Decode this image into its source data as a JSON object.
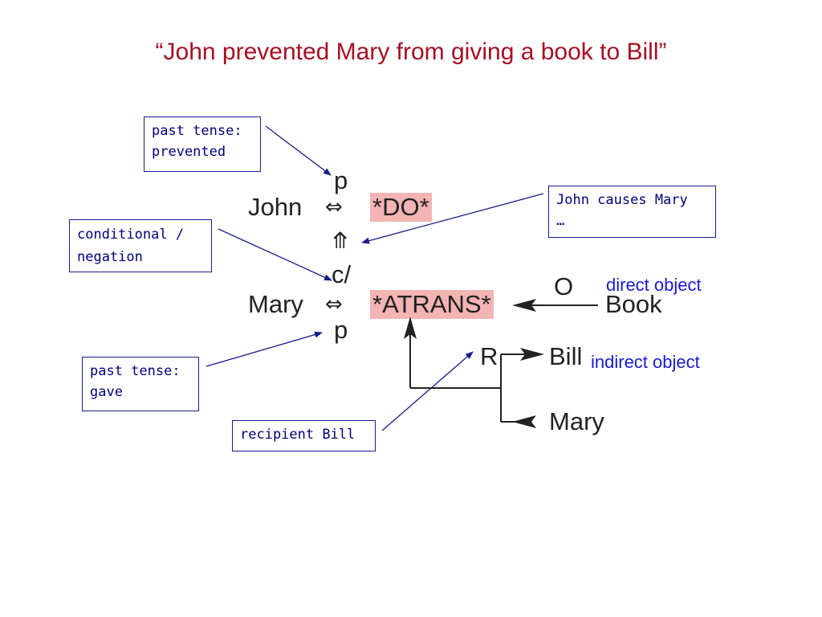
{
  "title": "“John prevented Mary from giving a book to Bill”",
  "annotations": {
    "past_tense_prevented": [
      "past tense:",
      "prevented"
    ],
    "conditional_negation": [
      "conditional /",
      "negation"
    ],
    "past_tense_gave": [
      "past tense:",
      "gave"
    ],
    "recipient_bill": "recipient Bill",
    "john_causes_mary": [
      "John causes Mary",
      "…"
    ]
  },
  "diagram": {
    "john": "John",
    "mary": "Mary",
    "tense_p_top": "p",
    "tense_p_bottom": "p",
    "double_arrow_top": "⇔",
    "double_arrow_bottom": "⇔",
    "causal_arrow": "⤊",
    "causal_label": "c/",
    "do_primitive": "*DO*",
    "atrans_primitive": "*ATRANS*",
    "object_case": "O",
    "object_book": "Book",
    "recipient_case": "R",
    "recipient_to": "Bill",
    "recipient_from": "Mary",
    "direct_object_label": "direct object",
    "indirect_object_label": "indirect object"
  },
  "colors": {
    "title": "#a50f24",
    "annotation_text": "#00007a",
    "annotation_arrow": "#1a1a8c",
    "primitive_highlight": "#f4b4b4",
    "blue_label": "#1a1ad0",
    "diagram_ink": "#222222"
  }
}
